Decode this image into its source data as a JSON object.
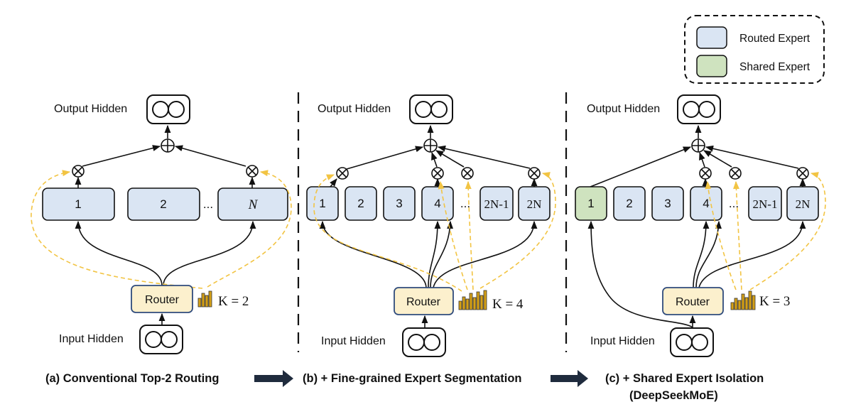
{
  "legend": {
    "routed_label": "Routed Expert",
    "shared_label": "Shared Expert",
    "routed_color": "#dae5f3",
    "shared_color": "#cfe3bf"
  },
  "colors": {
    "router_fill": "#fcf0cd",
    "router_stroke": "#2f4b7c",
    "gate_dash": "#f2c443",
    "bar_fill": "#d4a017"
  },
  "panel_a": {
    "output_label": "Output Hidden",
    "input_label": "Input Hidden",
    "router_label": "Router",
    "k_text": "K = 2",
    "experts": [
      "1",
      "2",
      "N"
    ],
    "ellipsis": "...",
    "caption": "(a) Conventional Top-2 Routing"
  },
  "panel_b": {
    "output_label": "Output Hidden",
    "input_label": "Input Hidden",
    "router_label": "Router",
    "k_text": "K = 4",
    "experts": [
      "1",
      "2",
      "3",
      "4",
      "2N-1",
      "2N"
    ],
    "ellipsis": "...",
    "caption": "(b) + Fine-grained Expert Segmentation"
  },
  "panel_c": {
    "output_label": "Output Hidden",
    "input_label": "Input Hidden",
    "router_label": "Router",
    "k_text": "K = 3",
    "experts": [
      "1",
      "2",
      "3",
      "4",
      "2N-1",
      "2N"
    ],
    "ellipsis": "...",
    "caption_line1": "(c) + Shared Expert Isolation",
    "caption_line2": "(DeepSeekMoE)"
  }
}
